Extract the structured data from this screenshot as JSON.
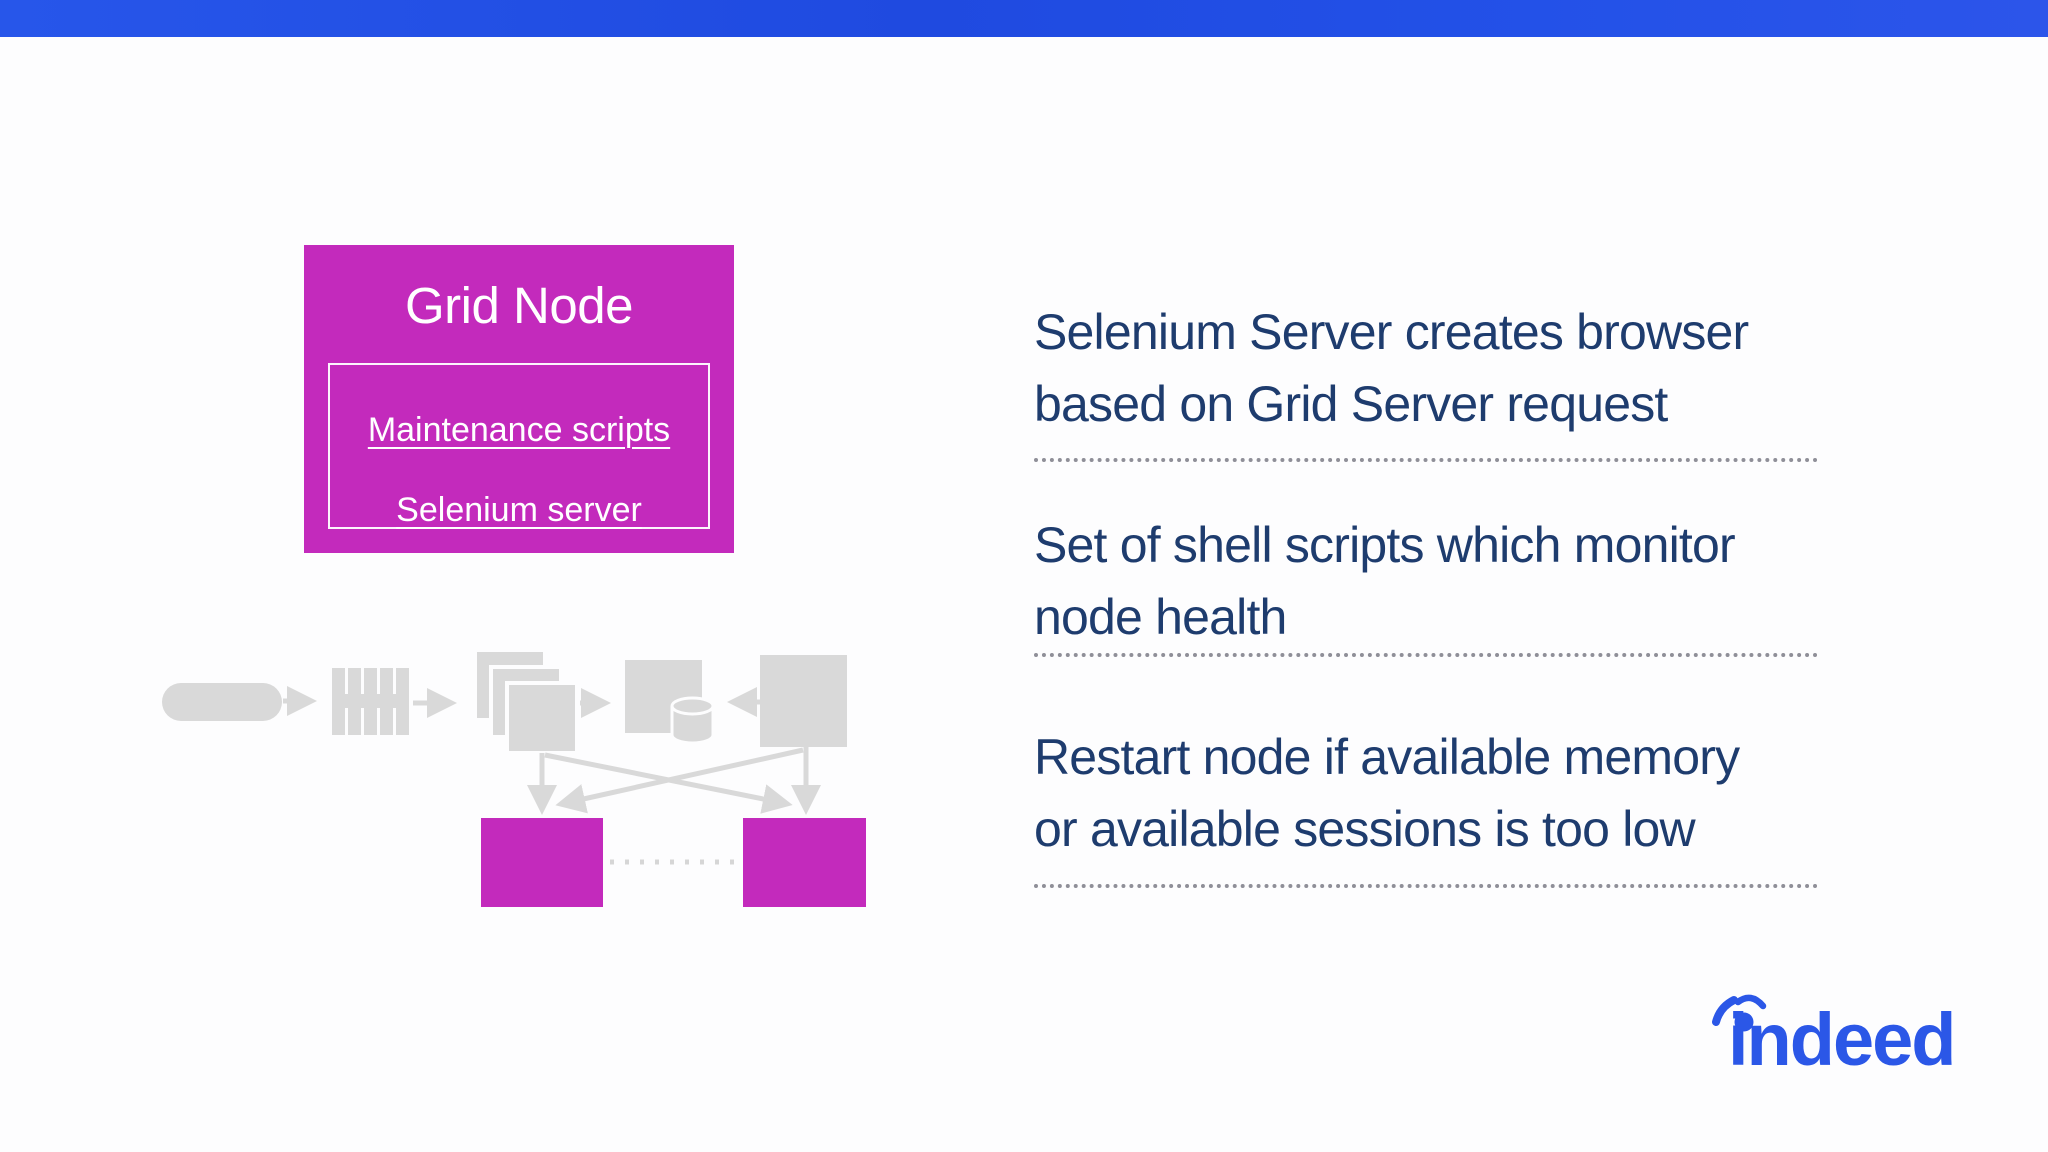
{
  "slide": {
    "top_bar_color": "#2350e7",
    "background_color": "#fdfdfe",
    "accent_magenta": "#c32abc",
    "diagram_gray": "#d9d9d9",
    "text_color": "#1e3c6e"
  },
  "grid_node": {
    "title": "Grid Node",
    "components": [
      {
        "label": "Maintenance scripts"
      },
      {
        "label": "Selenium server"
      }
    ]
  },
  "diagram": {
    "icons": [
      "pill-node-icon",
      "queue-icon",
      "documents-stack-icon",
      "database-server-icon",
      "server-box-icon"
    ],
    "node_boxes": 2,
    "node_color": "#c32abc"
  },
  "notes": [
    {
      "lines": [
        "Selenium Server creates browser",
        "based on Grid Server request"
      ]
    },
    {
      "lines": [
        "Set of shell scripts which monitor",
        "node health"
      ]
    },
    {
      "lines": [
        "Restart node if available memory",
        "or available sessions is too low"
      ]
    }
  ],
  "footer": {
    "brand": "indeed",
    "brand_color": "#2b57e7"
  }
}
